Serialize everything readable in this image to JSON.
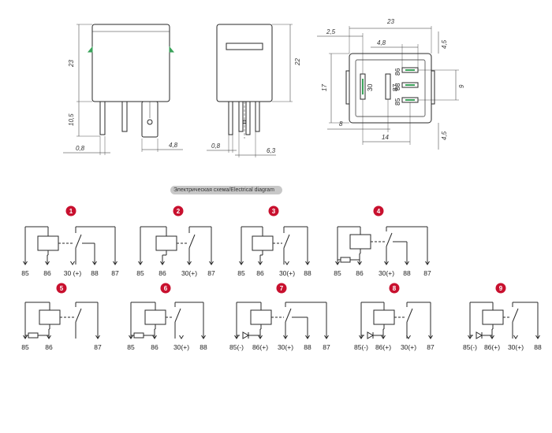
{
  "banner_label": "Электрическая схема/Electrical diagram",
  "colors": {
    "badge": "#c8102e",
    "line": "#2a2a2a",
    "accent_green": "#3aa35a"
  },
  "dimensions": {
    "front_height": "23",
    "front_pin_length": "10,5",
    "front_pin_thickness": "0,8",
    "front_pin_width": "4,8",
    "side_height": "22",
    "side_pin_thickness": "0,8",
    "side_pin_pitch": "6,3",
    "top_width": "23",
    "top_offset": "2,5",
    "top_pin_spacing": "4,8",
    "top_side_right": "4,5",
    "top_pin_gap": "9",
    "top_bottom_right": "4,5",
    "top_height": "17",
    "top_left_to_30": "8",
    "top_bottom_14": "14"
  },
  "top_view_pins": [
    "30",
    "87",
    "86",
    "88",
    "85"
  ],
  "diagrams": [
    {
      "number": "1",
      "pins": [
        "85",
        "86",
        "30 (+)",
        "88",
        "87"
      ]
    },
    {
      "number": "2",
      "pins": [
        "85",
        "86",
        "30(+)",
        "87"
      ]
    },
    {
      "number": "3",
      "pins": [
        "85",
        "86",
        "30(+)",
        "88"
      ]
    },
    {
      "number": "4",
      "pins": [
        "85",
        "86",
        "30(+)",
        "88",
        "87"
      ]
    },
    {
      "number": "5",
      "pins": [
        "85",
        "86",
        "87"
      ]
    },
    {
      "number": "6",
      "pins": [
        "85",
        "86",
        "30(+)",
        "88"
      ]
    },
    {
      "number": "7",
      "pins": [
        "85(-)",
        "86(+)",
        "30(+)",
        "88",
        "87"
      ]
    },
    {
      "number": "8",
      "pins": [
        "85(-)",
        "86(+)",
        "30(+)",
        "87"
      ]
    },
    {
      "number": "9",
      "pins": [
        "85(-)",
        "86(+)",
        "30(+)",
        "88"
      ]
    }
  ]
}
